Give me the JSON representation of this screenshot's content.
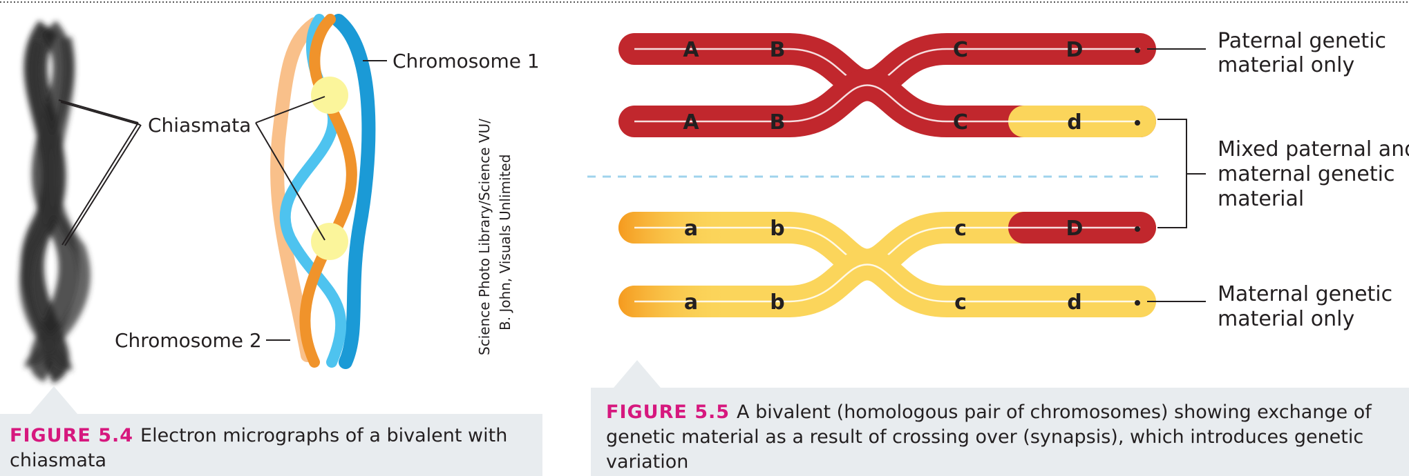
{
  "figure_5_4": {
    "chiasmata_label": "Chiasmata",
    "chromosome1_label": "Chromosome 1",
    "chromosome2_label": "Chromosome 2",
    "credit_line1": "Science Photo Library/Science VU/",
    "credit_line2": "B. John, Visuals Unlimited",
    "caption_number": "FIGURE 5.4",
    "caption_text": "Electron micrographs of a bivalent with chiasmata"
  },
  "figure_5_5": {
    "chromatids": [
      {
        "genes": [
          "A",
          "B",
          "C",
          "D"
        ]
      },
      {
        "genes": [
          "A",
          "B",
          "C",
          "d"
        ]
      },
      {
        "genes": [
          "a",
          "b",
          "c",
          "D"
        ]
      },
      {
        "genes": [
          "a",
          "b",
          "c",
          "d"
        ]
      }
    ],
    "paternal_label_line1": "Paternal genetic",
    "paternal_label_line2": "material only",
    "mixed_label_line1": "Mixed paternal and",
    "mixed_label_line2": "maternal genetic",
    "mixed_label_line3": "material",
    "maternal_label_line1": "Maternal genetic",
    "maternal_label_line2": "material only",
    "caption_number": "FIGURE 5.5",
    "caption_text": "A bivalent (homologous pair of chromosomes) showing exchange of genetic material as a result of crossing over (synapsis), which introduces genetic variation"
  },
  "colors": {
    "paternal": "#c1272d",
    "maternal": "#fbd55b",
    "chromosome1_dark": "#1b9ad6",
    "chromosome1_light": "#4ec3ef",
    "chromosome2_dark": "#f0932b",
    "chromosome2_light": "#f9c08a",
    "chiasma": "#fbf59b",
    "caption_number": "#d6187e",
    "caption_bg": "#e8ecef"
  }
}
